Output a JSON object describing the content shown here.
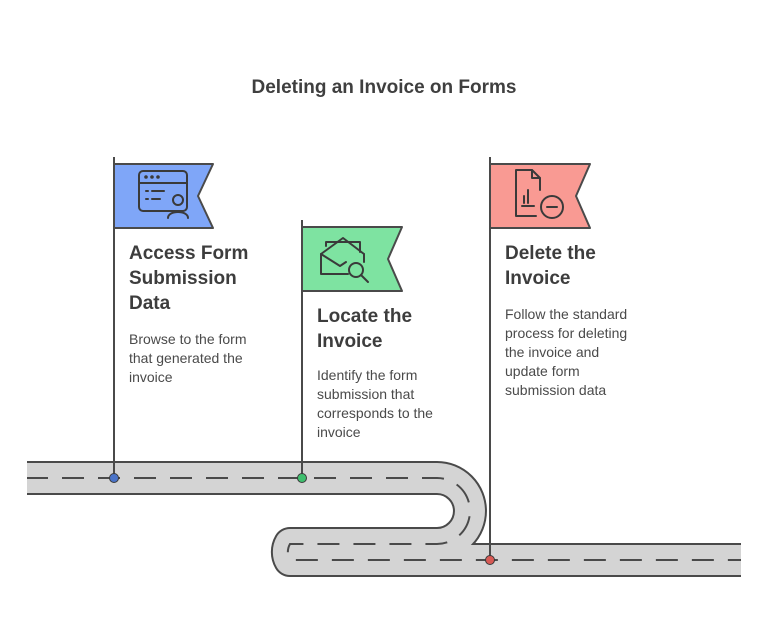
{
  "title": "Deleting an Invoice on Forms",
  "colors": {
    "road": "#d4d4d4",
    "road_border": "#4a4a4a",
    "pole": "#4a4a4a",
    "flag_blue": "#7fa6f8",
    "flag_green": "#7ee3a1",
    "flag_red": "#f99a93"
  },
  "steps": [
    {
      "title": "Access Form\nSubmission\nData",
      "description": "Browse to the form\nthat generated the\ninvoice",
      "icon": "form-user-icon",
      "color": "#7fa6f8",
      "marker_color": "#4a73c8"
    },
    {
      "title": "Locate the\nInvoice",
      "description": "Identify the form\nsubmission that\ncorresponds to the\ninvoice",
      "icon": "envelope-search-icon",
      "color": "#7ee3a1",
      "marker_color": "#3fbf6e"
    },
    {
      "title": "Delete the\nInvoice",
      "description": "Follow the standard\nprocess for deleting\nthe invoice and\nupdate form\nsubmission data",
      "icon": "document-remove-icon",
      "color": "#f99a93",
      "marker_color": "#d85a55"
    }
  ]
}
